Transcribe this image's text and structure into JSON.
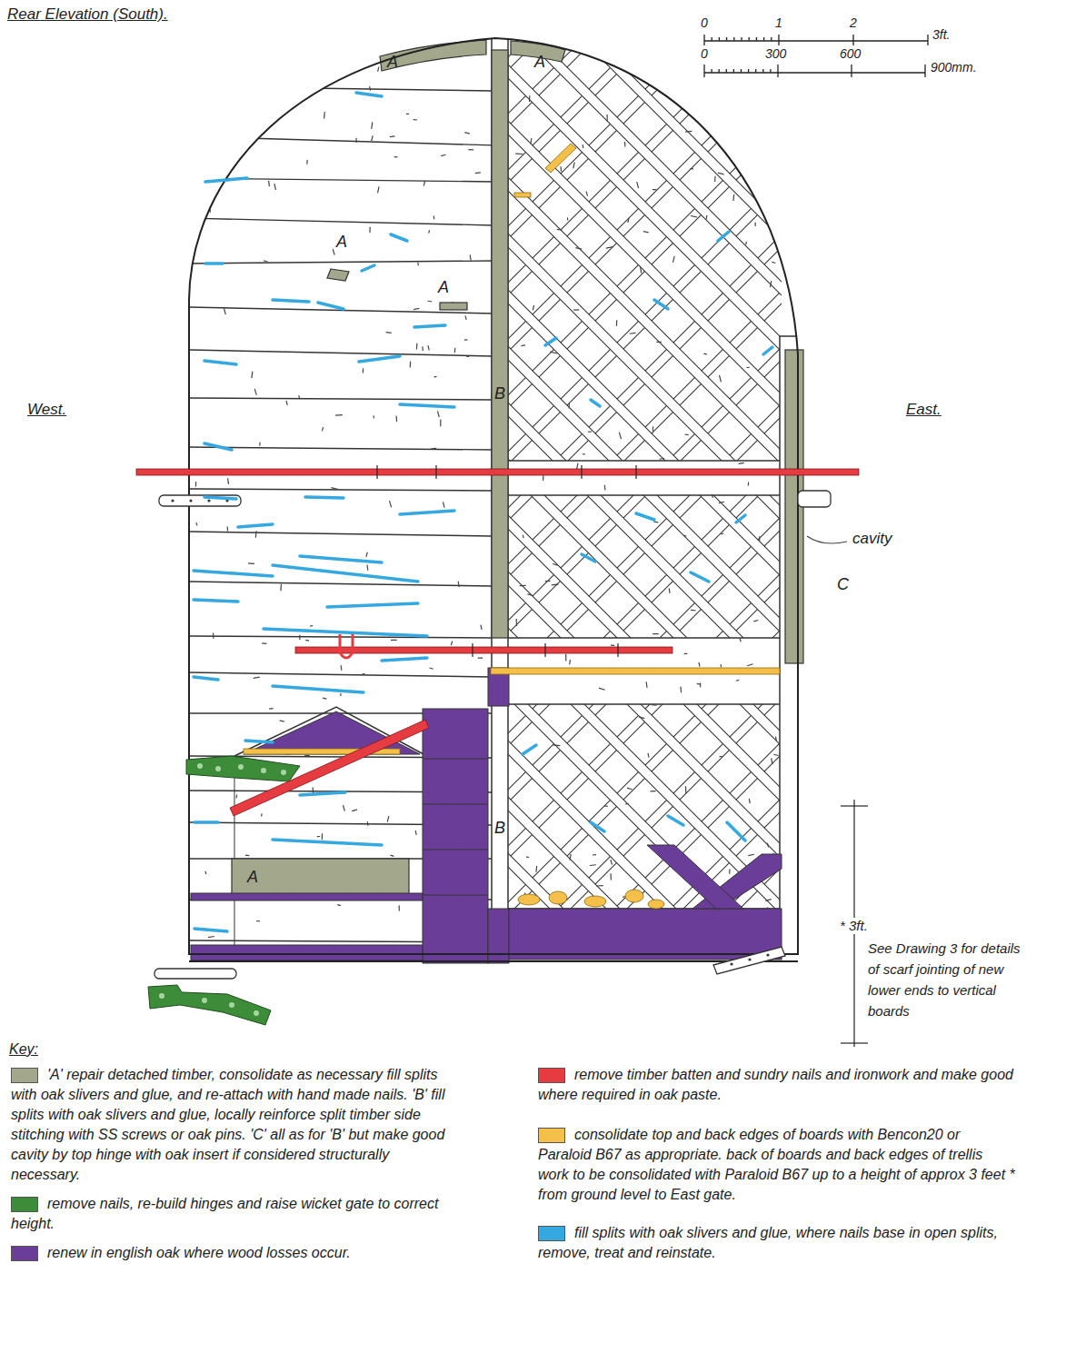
{
  "diagram": {
    "title": "Rear Elevation (South).",
    "labels": [
      "0",
      "1",
      "2",
      "3ft.",
      "0",
      "300",
      "600",
      "900mm.",
      "A",
      "A",
      "A",
      "A",
      "West.",
      "East.",
      "B",
      "cavity",
      "C",
      "A",
      "B",
      "* 3ft.",
      "See Drawing 3 for details of scarf jointing of new lower ends to vertical boards",
      "Key:"
    ],
    "legend": [
      {
        "text": "'A' repair detached timber, consolidate as necessary fill splits with oak slivers and glue, and re-attach with hand made nails. 'B' fill splits with oak slivers and glue, locally reinforce split timber side stitching with SS screws or oak pins. 'C' all as for 'B' but make good cavity by top hinge with oak insert if considered structurally necessary.",
        "color": "#a3a88c"
      },
      {
        "text": "remove nails, re-build hinges and raise wicket gate to correct height.",
        "color": "#3d8c3a"
      },
      {
        "text": "renew in english oak where wood losses occur.",
        "color": "#6a3e98"
      },
      {
        "text": "remove timber batten and sundry nails and ironwork and make good where required in oak paste.",
        "color": "#e63b40"
      },
      {
        "text": "consolidate top and back edges of boards with Bencon20 or Paraloid B67 as appropriate. back of boards and back edges of trellis work to be consolidated with Paraloid B67 up to a height of approx 3 feet * from ground level to East gate.",
        "color": "#f5c04a"
      },
      {
        "text": "fill splits with oak slivers and glue, where nails base in open splits, remove, treat and reinstate.",
        "color": "#35a8e0"
      }
    ]
  }
}
